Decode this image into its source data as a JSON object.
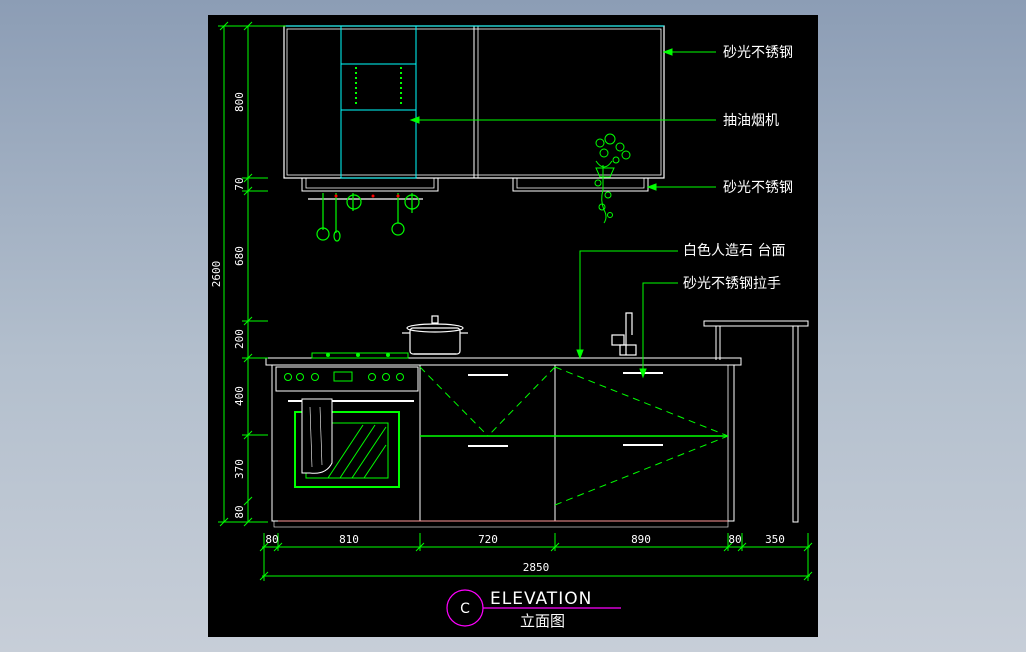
{
  "labels": {
    "upper_cabinet": "砂光不锈钢",
    "range_hood": "抽油烟机",
    "rail": "砂光不锈钢",
    "countertop": "白色人造石 台面",
    "handle": "砂光不锈钢拉手"
  },
  "vertical_dims": {
    "total": "2600",
    "segments": [
      "800",
      "70",
      "680",
      "200",
      "400",
      "370",
      "80"
    ]
  },
  "horizontal_dims": {
    "segments": [
      "80",
      "810",
      "720",
      "890",
      "80",
      "350"
    ],
    "total": "2850"
  },
  "title": {
    "mark": "C",
    "english": "ELEVATION",
    "chinese": "立面图"
  },
  "colors": {
    "background": "#000000",
    "green": "#00ff00",
    "cyan": "#00ffff",
    "white": "#ffffff",
    "red": "#ff0000",
    "magenta": "#ff00ff"
  }
}
